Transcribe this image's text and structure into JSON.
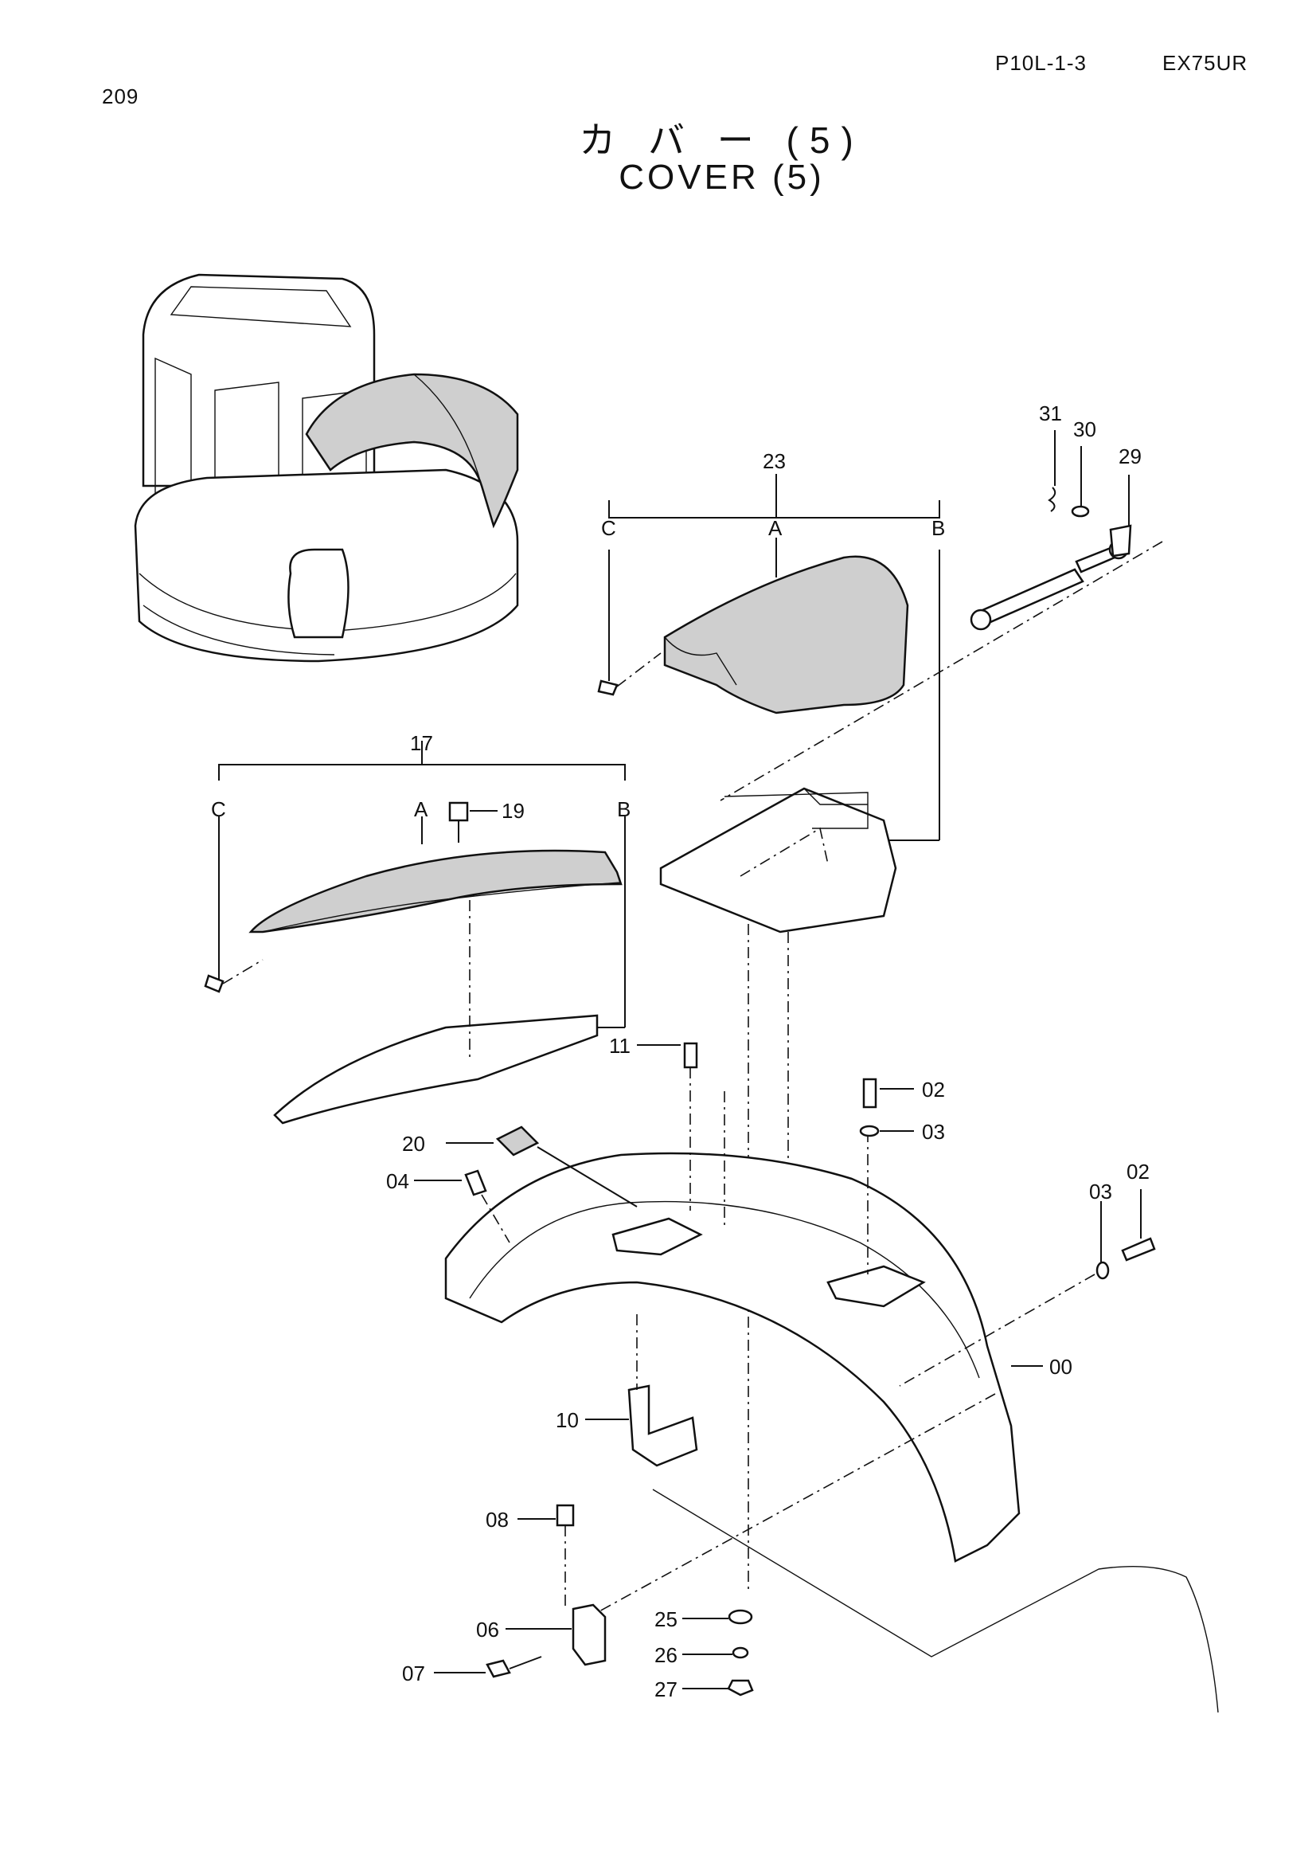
{
  "header": {
    "page_number": "209",
    "catalog_code": "P10L-1-3",
    "model": "EX75UR"
  },
  "title": {
    "japanese": "カ バ ー (5)",
    "english": "COVER (5)"
  },
  "callouts": {
    "c31": "31",
    "c30": "30",
    "c29": "29",
    "c23": "23",
    "c23_C": "C",
    "c23_A": "A",
    "c23_B": "B",
    "c17": "17",
    "c17_C": "C",
    "c17_A": "A",
    "c17_B": "B",
    "c19": "19",
    "c11": "11",
    "c02a": "02",
    "c03a": "03",
    "c20": "20",
    "c04": "04",
    "c03b": "03",
    "c02b": "02",
    "c00": "00",
    "c10": "10",
    "c08": "08",
    "c06": "06",
    "c07": "07",
    "c25": "25",
    "c26": "26",
    "c27": "27"
  }
}
